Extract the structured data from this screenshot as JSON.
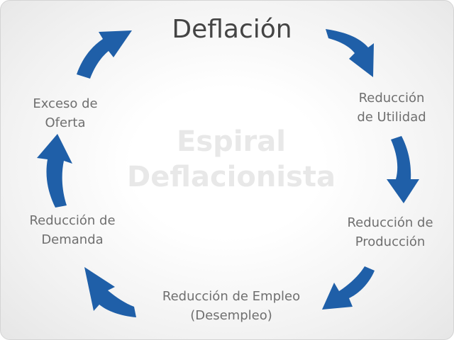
{
  "title": "Deflación",
  "center_text": {
    "line1": "Espiral",
    "line2": "Deflacionista"
  },
  "steps": [
    {
      "line1": "Reducción",
      "line2": "de Utilidad"
    },
    {
      "line1": "Reducción de",
      "line2": "Producción"
    },
    {
      "line1": "Reducción de Empleo",
      "line2": "(Desempleo)"
    },
    {
      "line1": "Reducción de",
      "line2": "Demanda"
    },
    {
      "line1": "Exceso de",
      "line2": "Oferta"
    }
  ],
  "colors": {
    "arrow": "#1f5fa8",
    "text": "#6f6f6f",
    "title": "#444444",
    "watermark": "#e8e8e8"
  }
}
